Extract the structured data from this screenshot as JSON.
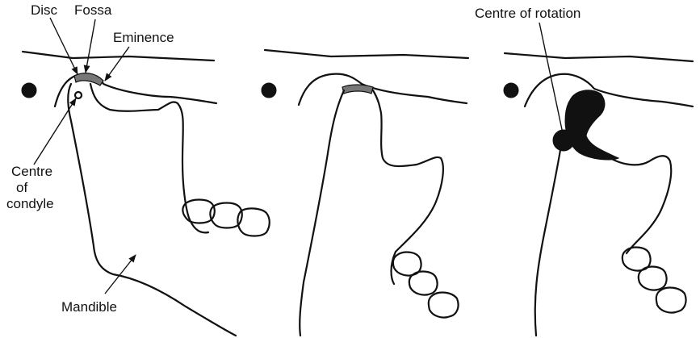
{
  "labels": {
    "disc": "Disc",
    "fossa": "Fossa",
    "eminence": "Eminence",
    "centre_of_condyle_line1": "Centre",
    "centre_of_condyle_line2": "of",
    "centre_of_condyle_line3": "condyle",
    "mandible": "Mandible",
    "centre_of_rotation": "Centre of rotation"
  },
  "colors": {
    "ink": "#111111",
    "disc_fill": "#777777",
    "background": "#ffffff"
  },
  "panels": [
    {
      "id": "closed-jaw"
    },
    {
      "id": "partly-open-jaw"
    },
    {
      "id": "open-jaw-rotation"
    }
  ]
}
